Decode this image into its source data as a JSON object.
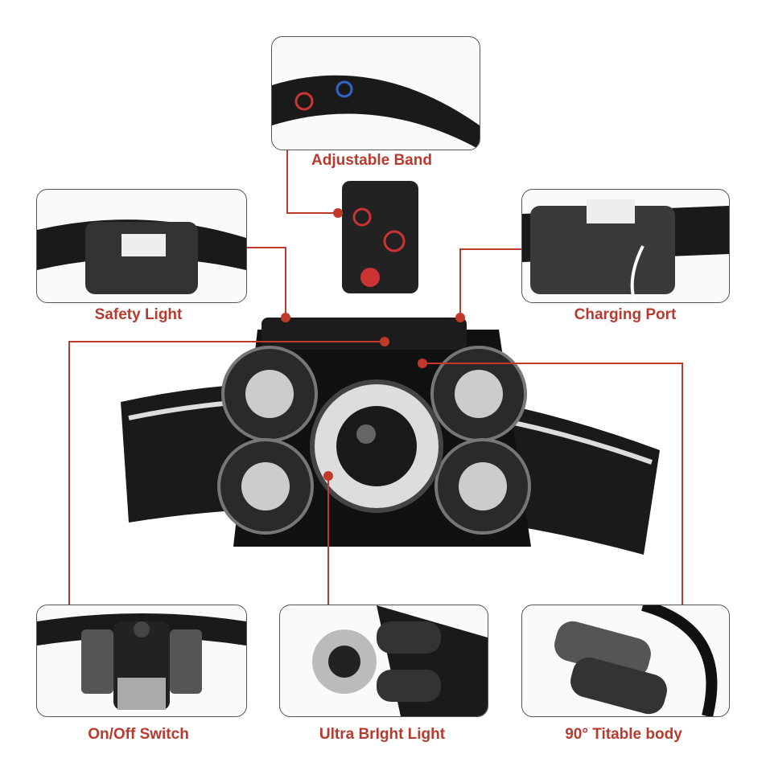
{
  "features": {
    "adjustable_band": "Adjustable Band",
    "safety_light": "Safety Light",
    "charging_port": "Charging Port",
    "on_off_switch": "On/Off Switch",
    "ultra_bright": "Ultra BrIght Light",
    "tiltable": "90°  Titable body"
  },
  "colors": {
    "accent": "#b83a2e",
    "line": "#c0392b"
  }
}
